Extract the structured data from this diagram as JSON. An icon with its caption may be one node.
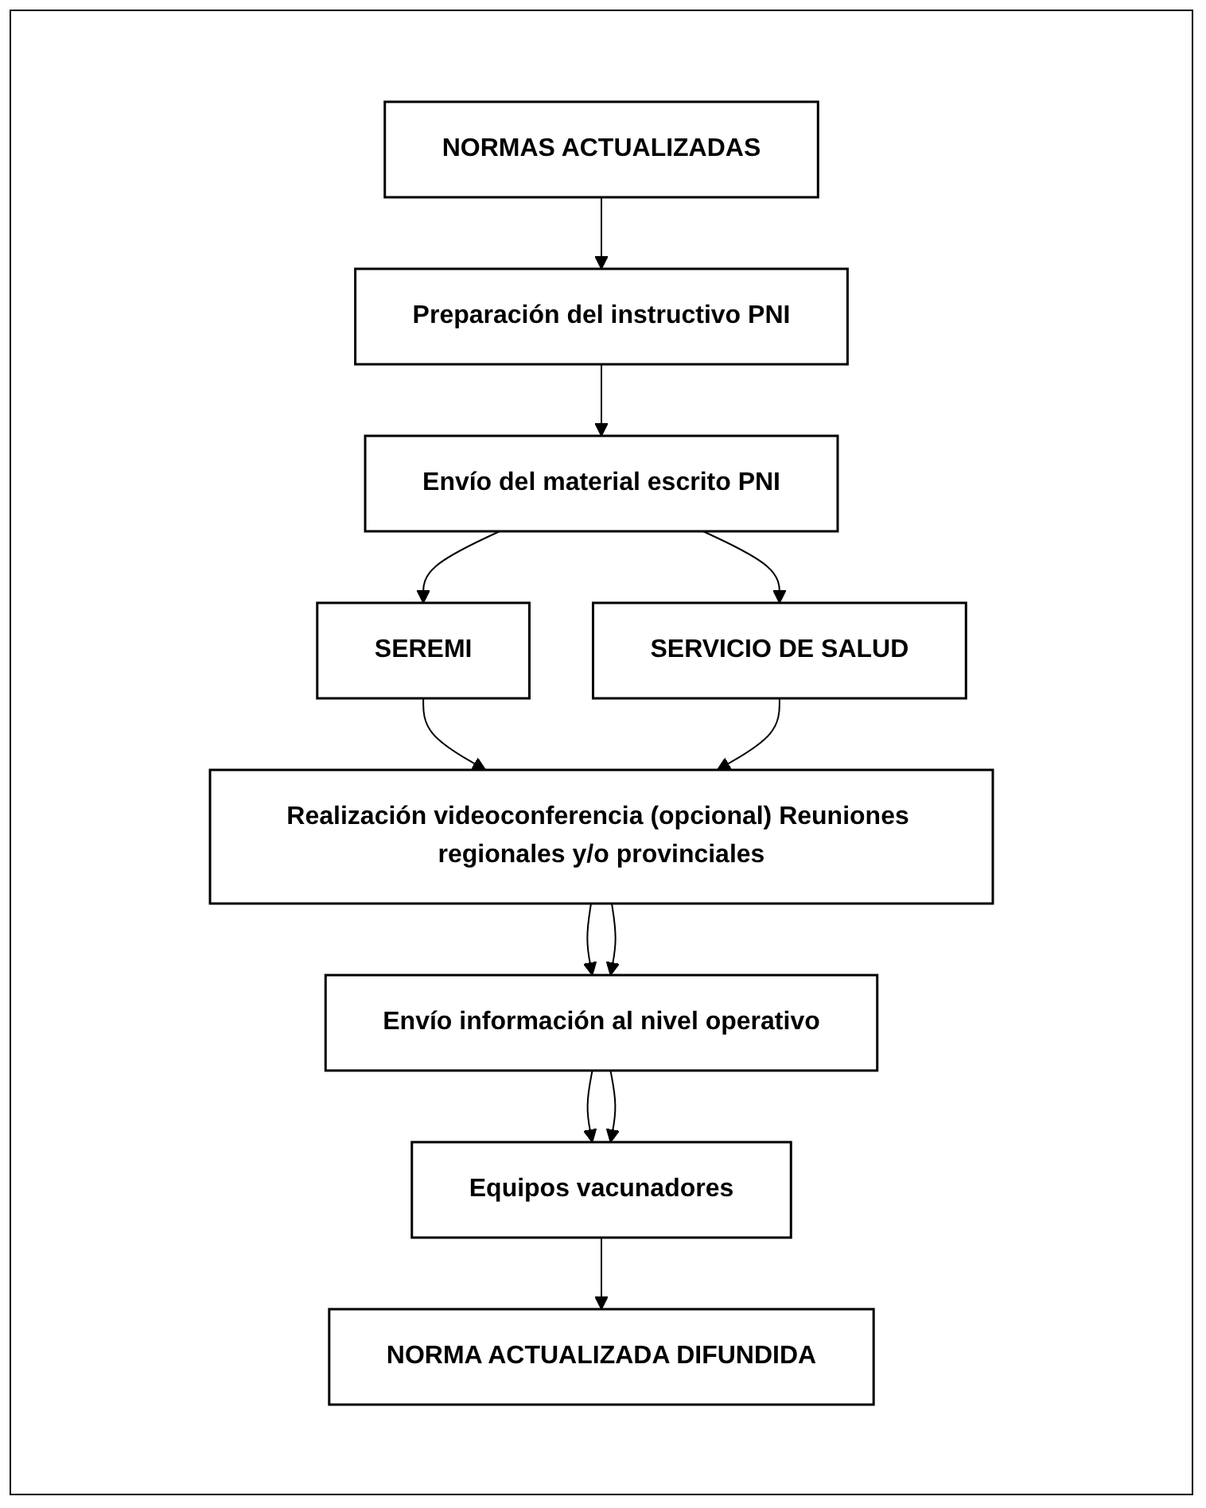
{
  "diagram": {
    "nodes": [
      {
        "text": [
          "NORMAS ACTUALIZADAS"
        ]
      },
      {
        "text": [
          "Preparación del instructivo PNI"
        ]
      },
      {
        "text": [
          "Envío del material escrito PNI"
        ]
      },
      {
        "text": [
          "SEREMI"
        ]
      },
      {
        "text": [
          "SERVICIO DE SALUD"
        ]
      },
      {
        "text": [
          "Realización videoconferencia (opcional) Reuniones regionales y/o provinciales"
        ]
      },
      {
        "text": [
          "Envío información al nivel operativo"
        ]
      },
      {
        "text": [
          "Equipos vacunadores"
        ]
      },
      {
        "text": [
          "NORMA ACTUALIZADA DIFUNDIDA"
        ]
      }
    ],
    "edges": [
      {
        "from": 0,
        "to": 1,
        "arrow": "to"
      },
      {
        "from": 1,
        "to": 2,
        "arrow": "to"
      },
      {
        "from": 2,
        "to": 3,
        "arrow": "to"
      },
      {
        "from": 2,
        "to": 4,
        "arrow": "to"
      },
      {
        "from": 3,
        "to": 5,
        "arrow": "to"
      },
      {
        "from": 4,
        "to": 5,
        "arrow": "to"
      },
      {
        "from": 5,
        "to": 6,
        "arrow": "to"
      },
      {
        "from": 5,
        "to": 6,
        "arrow": "to"
      },
      {
        "from": 6,
        "to": 7,
        "arrow": "to"
      },
      {
        "from": 6,
        "to": 7,
        "arrow": "to"
      },
      {
        "from": 7,
        "to": 8,
        "arrow": "to"
      }
    ]
  }
}
